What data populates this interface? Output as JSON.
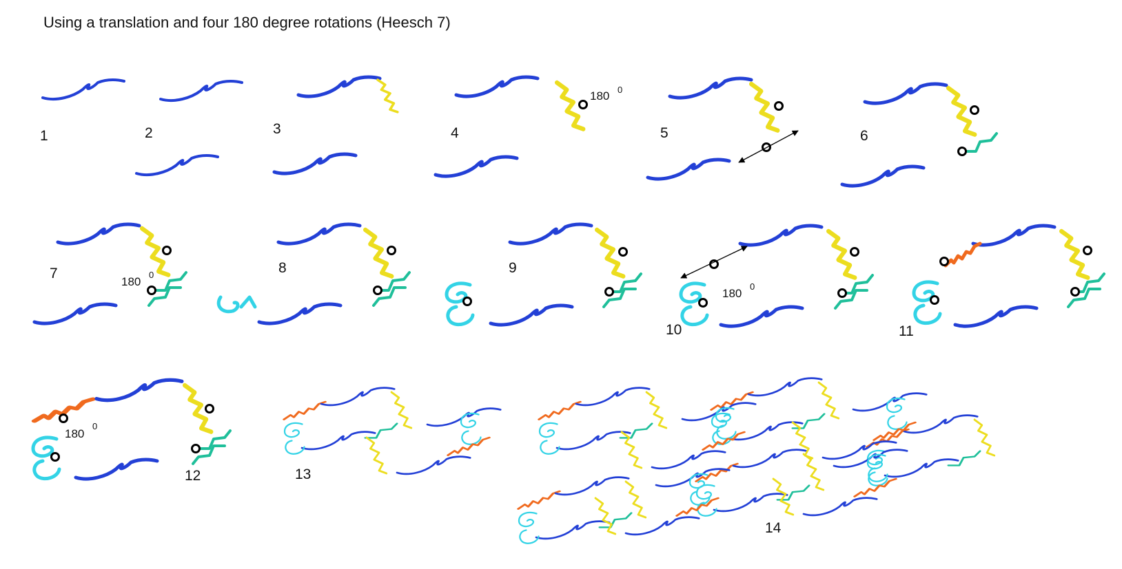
{
  "title": "Using a translation and four 180 degree rotations (Heesch 7)",
  "step_labels": [
    "1",
    "2",
    "3",
    "4",
    "5",
    "6",
    "7",
    "8",
    "9",
    "10",
    "11",
    "12",
    "13",
    "14"
  ],
  "rotation_label": "180",
  "rotation_superscript": "0",
  "edge_colors": {
    "blue": "#2340d6",
    "yellow": "#ecdd1f",
    "teal": "#1fbf9a",
    "cyan": "#33d3e6",
    "orange": "#f06a1e"
  },
  "icons": [
    "rotation-center-icon",
    "translation-arrow-icon"
  ]
}
